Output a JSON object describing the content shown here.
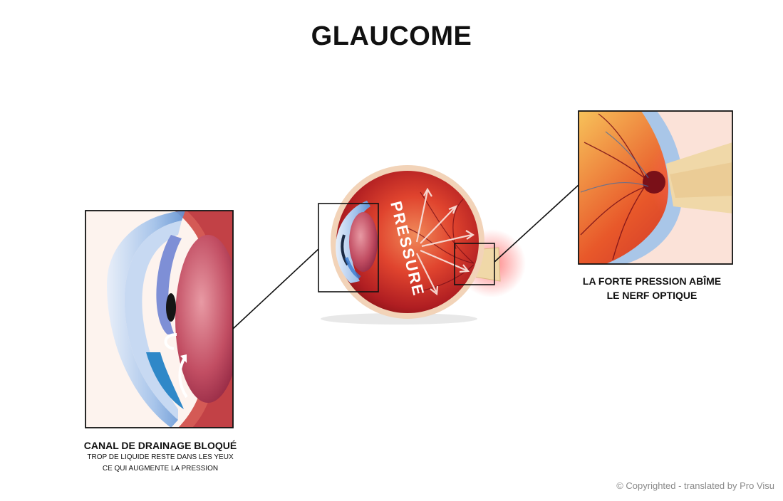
{
  "title": "GLAUCOME",
  "center_label": "PRESSURE",
  "left_caption": {
    "heading": "CANAL DE DRAINAGE BLOQUÉ",
    "line1": "TROP DE LIQUIDE RESTE DANS LES YEUX",
    "line2": "CE QUI AUGMENTE LA PRESSION"
  },
  "right_caption": {
    "line1": "LA FORTE PRESSION ABÎME",
    "line2": "LE NERF OPTIQUE"
  },
  "copyright": "© Copyrighted - translated by Pro Visu",
  "colors": {
    "retina_red": "#c8282a",
    "sclera": "#f2d3b8",
    "cornea_blue": "#7fb0e0",
    "lens_pink": "#c9576a",
    "nerve": "#f0d8a8",
    "frame": "#111111"
  }
}
